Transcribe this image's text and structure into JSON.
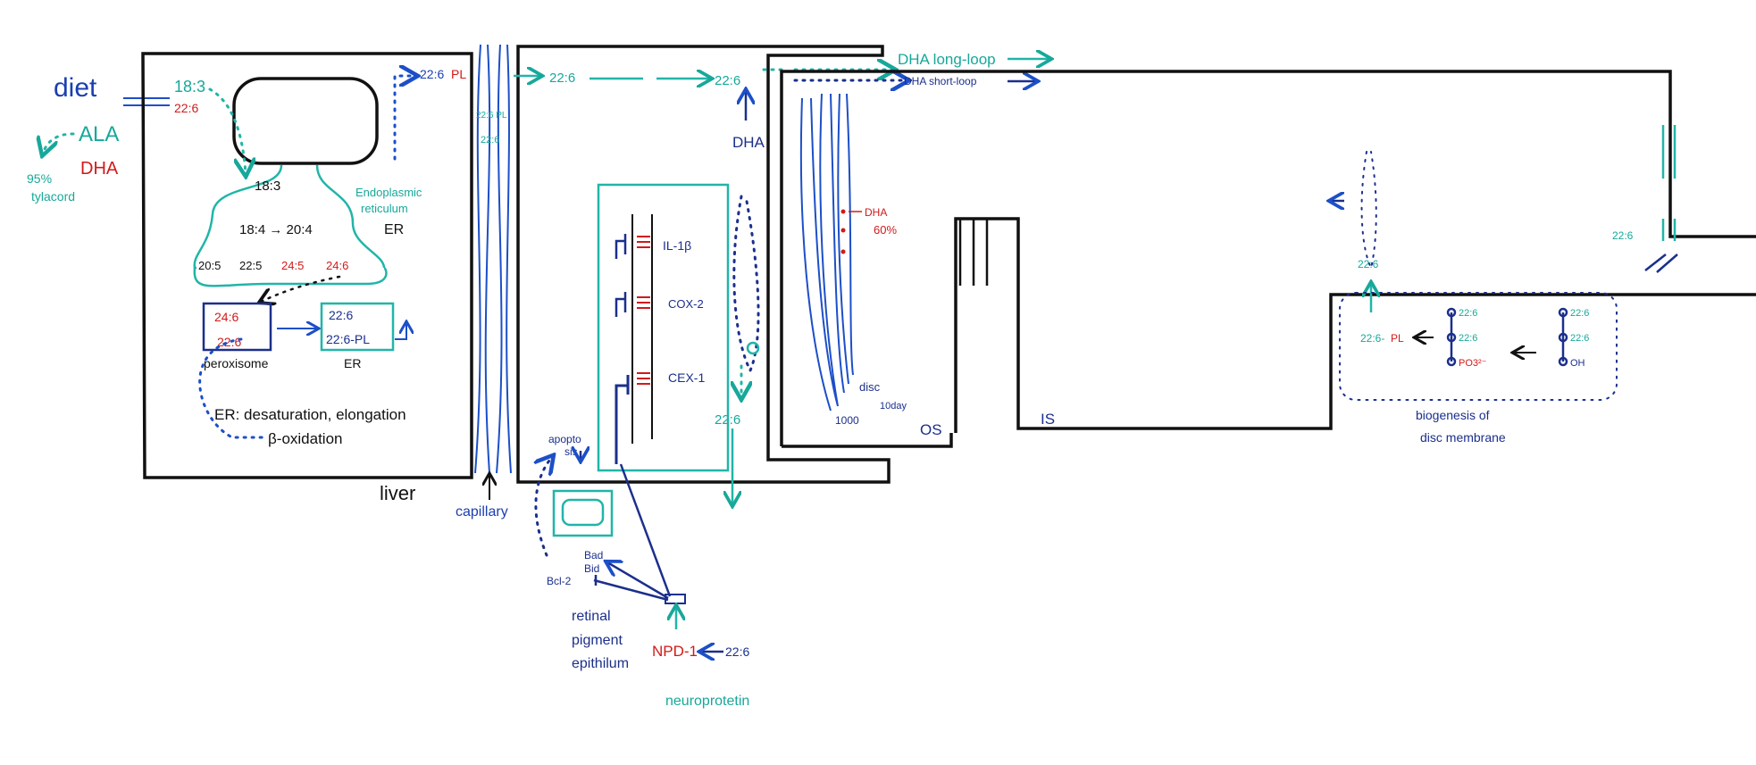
{
  "diet": {
    "diet": "diet",
    "ala": "ALA",
    "dha": "DHA",
    "pct": "95%",
    "tylacord": "tylacord"
  },
  "liver": {
    "in_183": "18:3",
    "in_226": "22:6",
    "er_label_1": "Endoplasmic",
    "er_label_2": "reticulum",
    "er_abbr": "ER",
    "er_183": "18:3",
    "er_184": "18:4 → 20:4",
    "er_205": "20:5",
    "er_225": "22:5",
    "er_245": "24:5",
    "er_246": "24:6",
    "perox_246": "24:6",
    "perox_226": "22:6",
    "perox_label": "peroxisome",
    "er2_226": "22:6",
    "er2_226pl": "22:6-PL",
    "er2_label": "ER",
    "note_1": "ER: desaturation, elongation",
    "note_2": "β-oxidation",
    "out_226": "22:6",
    "out_pl": "PL",
    "label": "liver"
  },
  "capillary": {
    "label": "capillary",
    "c1": "22:6 PL",
    "c2": "22:6"
  },
  "rpe": {
    "in_226": "22:6",
    "top_226": "22:6",
    "dha": "DHA",
    "bottom_226": "22:6",
    "genes": [
      "IL-1β",
      "COX-2",
      "CEX-1"
    ],
    "apoptosis_1": "apopto",
    "apoptosis_2": "sis",
    "bad": "Bad",
    "bid": "Bid",
    "bcl2": "Bcl-2",
    "label_1": "retinal",
    "label_2": "pigment",
    "label_3": "epithilum",
    "npd1": "NPD-1",
    "npd_226": "22:6",
    "neuroprotectin": "neuroprotetin"
  },
  "loops": {
    "long": "DHA long-loop",
    "short": "DHA short-loop"
  },
  "photoreceptor": {
    "dha": "DHA",
    "dha_pct": "60%",
    "disc": "disc",
    "disc_days": "10day",
    "disc_count": "1000",
    "os": "OS",
    "is": "IS",
    "is_226_up": "22:6",
    "is_226_in": "22:6",
    "bio_1": "biogenesis of",
    "bio_2": "disc membrane",
    "pl_product": "22:6-",
    "pl_suffix": "PL",
    "mid_1": "22:6",
    "mid_2": "22:6",
    "mid_3": "PO3²⁻",
    "right_1": "22:6",
    "right_2": "22:6",
    "right_3": "OH"
  }
}
